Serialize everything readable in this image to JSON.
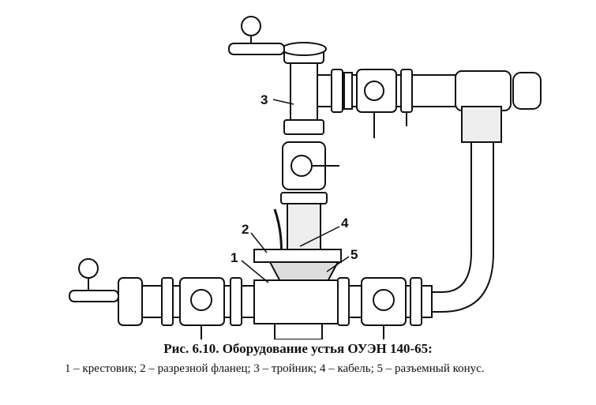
{
  "figure": {
    "callouts": [
      {
        "id": "1",
        "label": "1"
      },
      {
        "id": "2",
        "label": "2"
      },
      {
        "id": "3",
        "label": "3"
      },
      {
        "id": "4",
        "label": "4"
      },
      {
        "id": "5",
        "label": "5"
      }
    ]
  },
  "caption": {
    "title": "Рис. 6.10. Оборудование устья ОУЭН 140-65:",
    "legend": "1 – крестовик; 2 – разрезной фланец; 3 – тройник; 4 – кабель; 5 – разъемный конус."
  }
}
